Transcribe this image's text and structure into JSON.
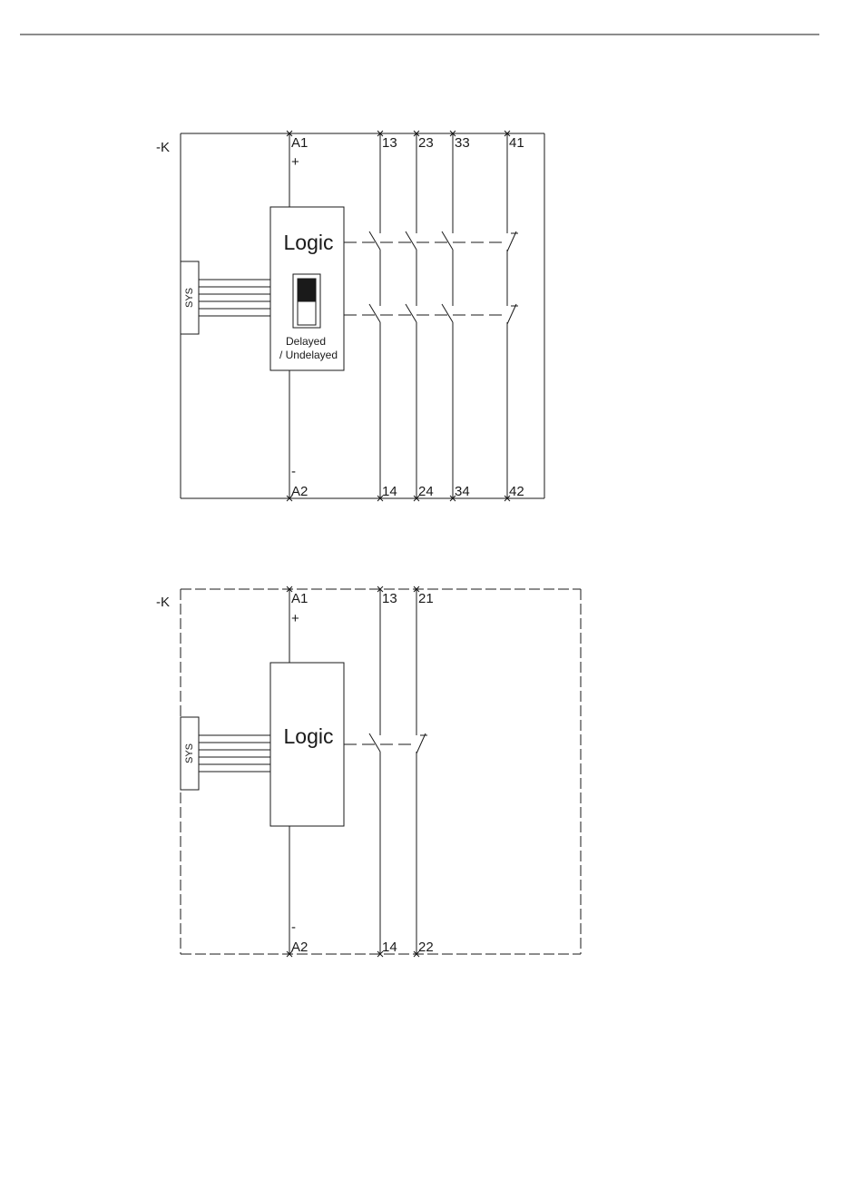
{
  "diagrams": [
    {
      "device_label": "-K",
      "coil_top_terminal": "A1",
      "coil_top_polarity": "+",
      "coil_bottom_terminal": "A2",
      "coil_bottom_polarity": "-",
      "logic_label": "Logic",
      "interface_label": "SYS",
      "switch_label_line1": "Delayed",
      "switch_label_line2": "/ Undelayed",
      "contacts": [
        {
          "top": "13",
          "bottom": "14",
          "type": "NO"
        },
        {
          "top": "23",
          "bottom": "24",
          "type": "NO"
        },
        {
          "top": "33",
          "bottom": "34",
          "type": "NO"
        },
        {
          "top": "41",
          "bottom": "42",
          "type": "NC"
        }
      ]
    },
    {
      "device_label": "-K",
      "coil_top_terminal": "A1",
      "coil_top_polarity": "+",
      "coil_bottom_terminal": "A2",
      "coil_bottom_polarity": "-",
      "logic_label": "Logic",
      "interface_label": "SYS",
      "contacts": [
        {
          "top": "13",
          "bottom": "14",
          "type": "NO"
        },
        {
          "top": "21",
          "bottom": "22",
          "type": "NC"
        }
      ]
    }
  ]
}
